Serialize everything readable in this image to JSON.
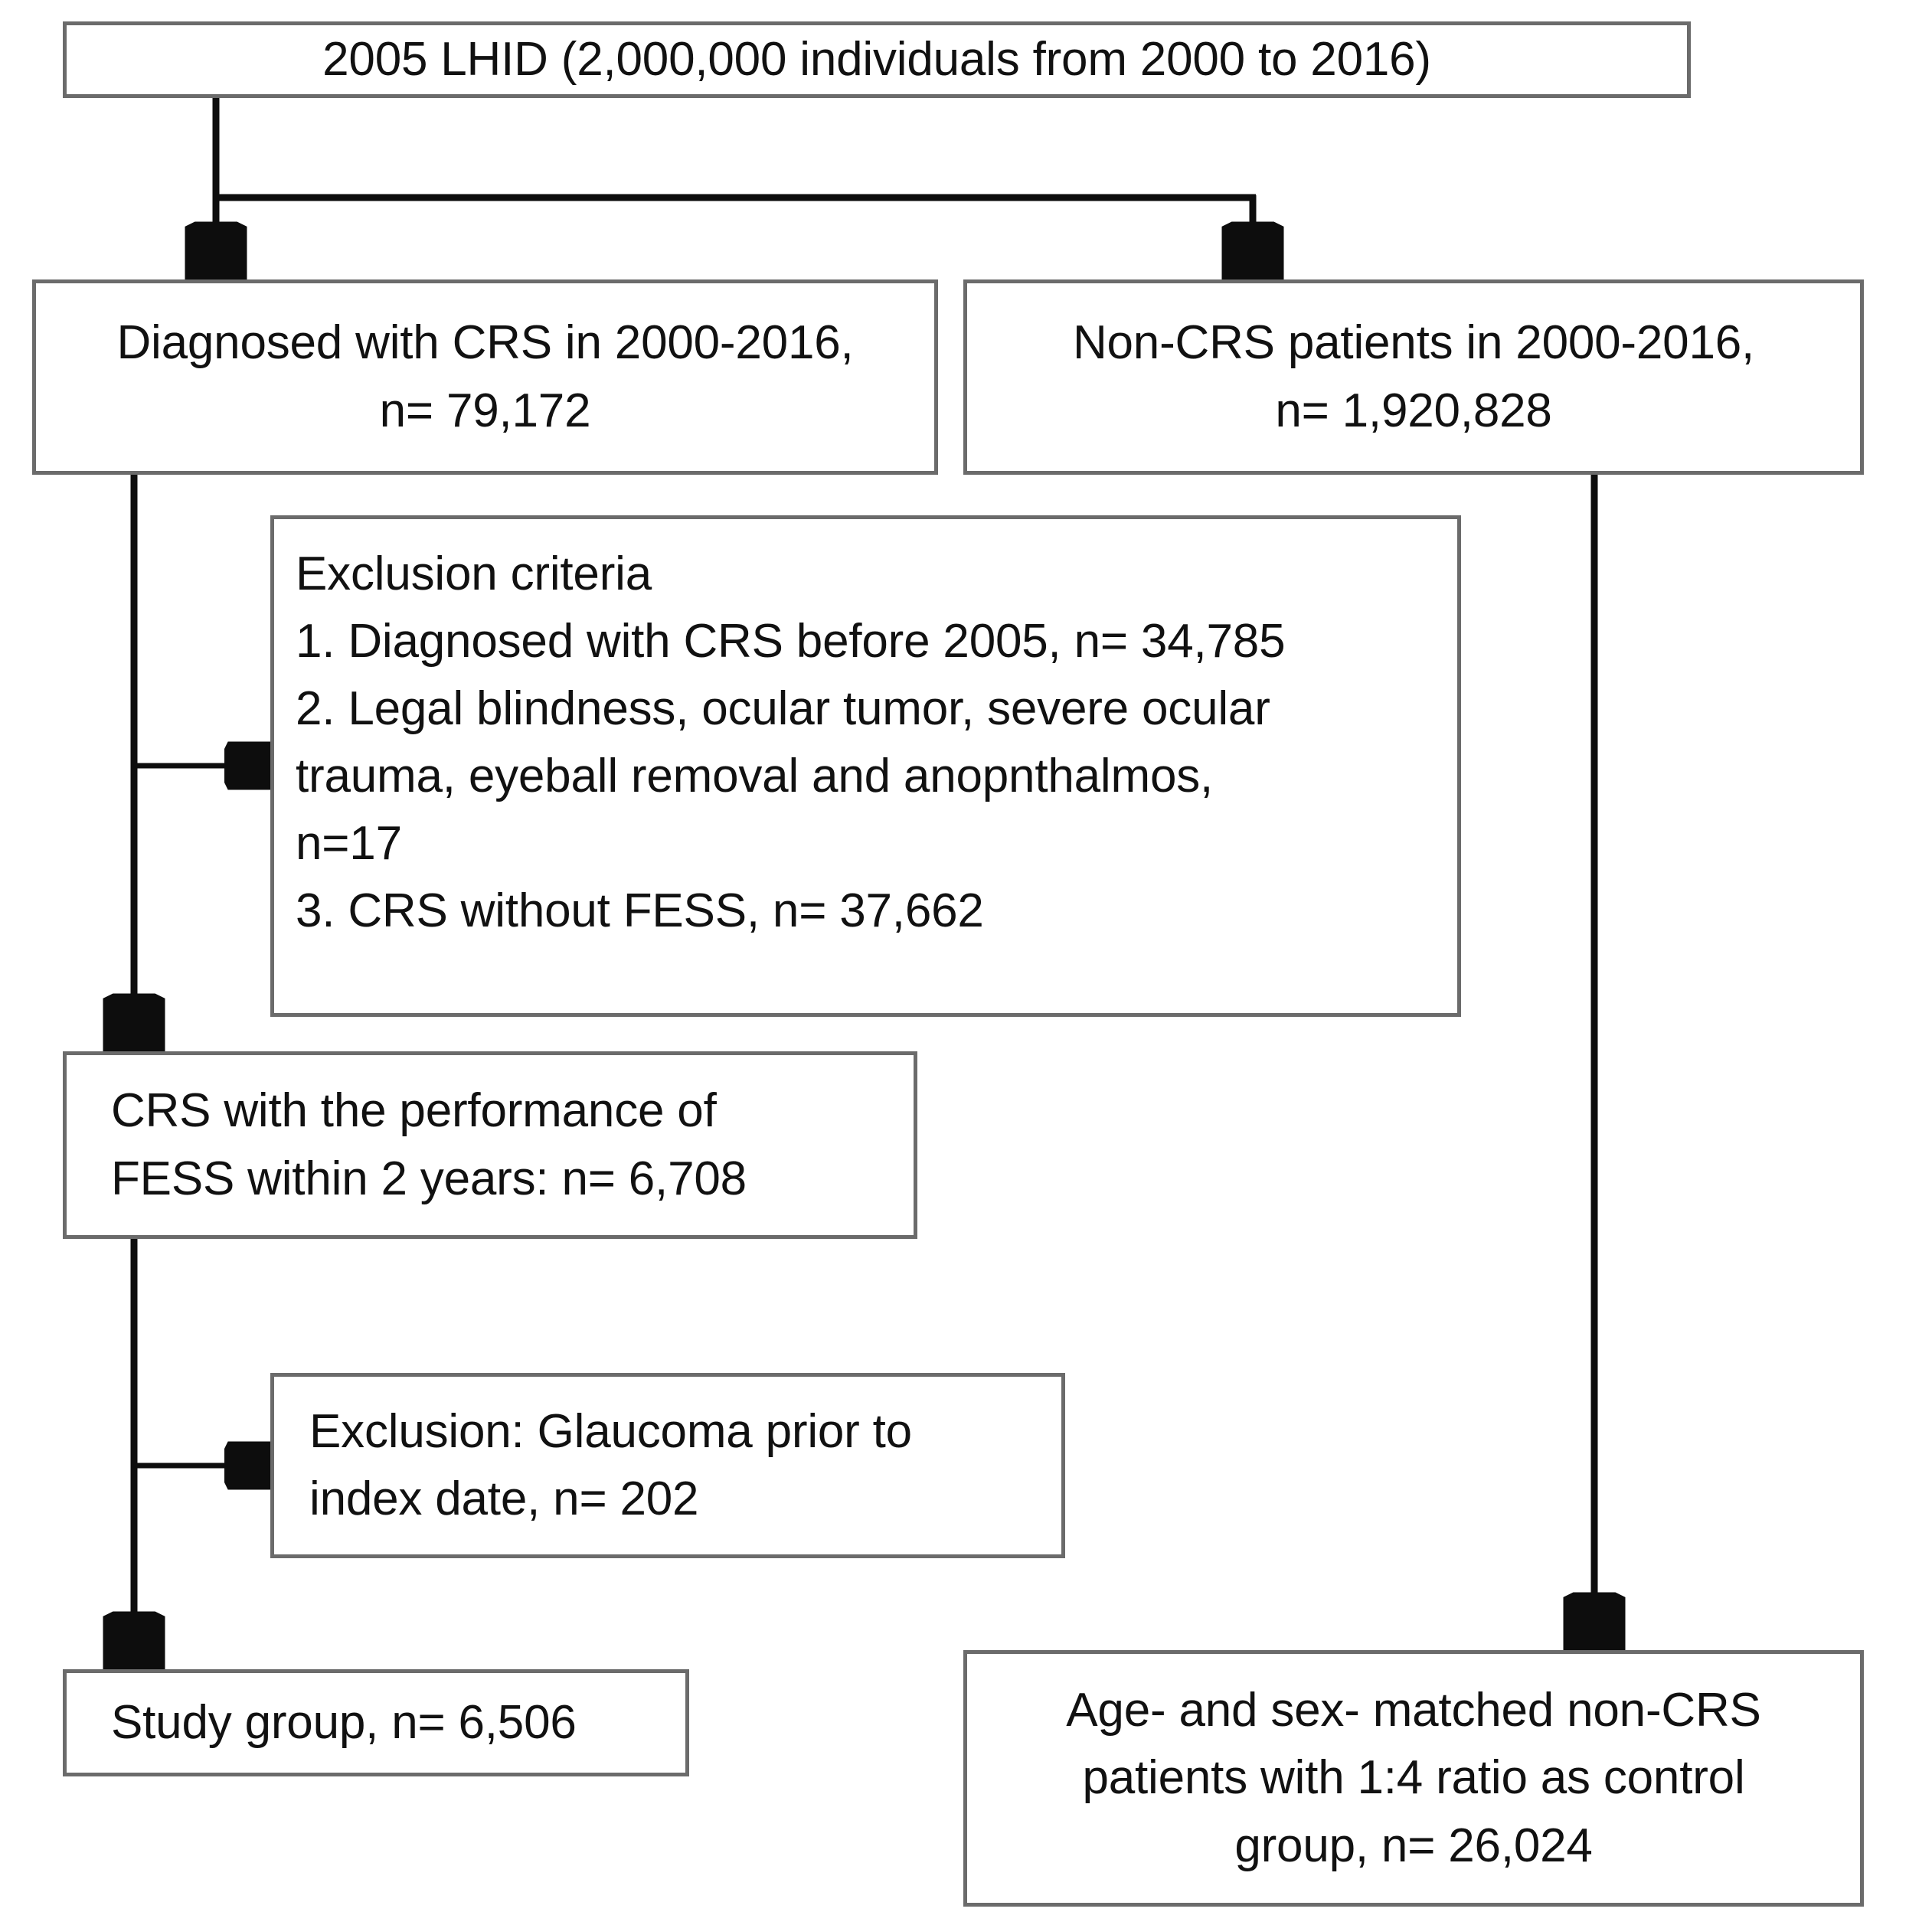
{
  "diagram": {
    "title": "CRS / FESS glaucoma cohort selection flow",
    "accent_color": "#6b6b6b",
    "line_color": "#0d0d0d",
    "background_color": "#ffffff",
    "nodes": {
      "source": {
        "lines": [
          "2005 LHID (2,000,000 individuals from 2000 to 2016)"
        ]
      },
      "crs_cohort": {
        "lines": [
          "Diagnosed with CRS in 2000-2016,",
          "n= 79,172"
        ]
      },
      "non_crs_cohort": {
        "lines": [
          "Non-CRS patients in 2000-2016,",
          "n= 1,920,828"
        ]
      },
      "exclusion_criteria": {
        "heading": "Exclusion criteria",
        "lines": [
          "1. Diagnosed with CRS before 2005, n= 34,785",
          "2. Legal blindness, ocular tumor, severe ocular",
          "trauma, eyeball removal and anopnthalmos,",
          "n=17",
          "3. CRS without FESS, n= 37,662"
        ]
      },
      "fess_cohort": {
        "lines": [
          "CRS with the performance of",
          "FESS within 2 years: n= 6,708"
        ]
      },
      "glaucoma_exclusion": {
        "lines": [
          "Exclusion: Glaucoma prior to",
          "index date, n= 202"
        ]
      },
      "study_group": {
        "lines": [
          "Study group, n= 6,506"
        ]
      },
      "control_group": {
        "lines": [
          "Age- and sex- matched non-CRS",
          "patients with 1:4 ratio as control",
          "group, n= 26,024"
        ]
      }
    }
  }
}
